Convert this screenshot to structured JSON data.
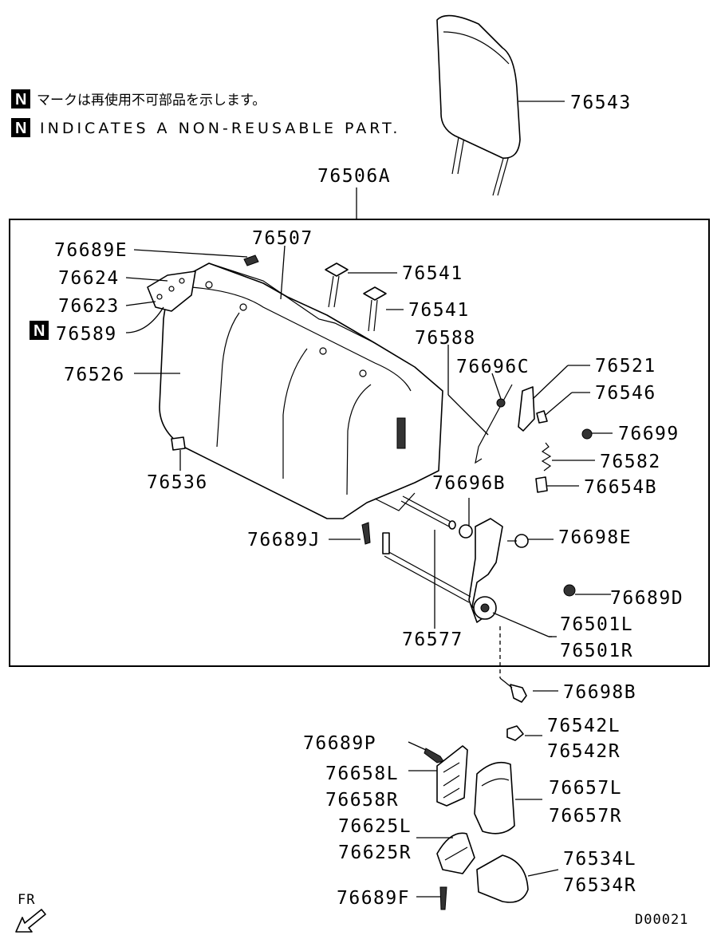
{
  "notes": {
    "n_glyph": "N",
    "japanese": "マークは再使用不可部品を示します。",
    "english": "INDICATES A NON-REUSABLE PART."
  },
  "assembly_label": "76506A",
  "drawing_code": "D00021",
  "fr_label": "FR",
  "parts": {
    "p76543": "76543",
    "p76507": "76507",
    "p76689E": "76689E",
    "p76624": "76624",
    "p76623": "76623",
    "p76589": "76589",
    "p76541a": "76541",
    "p76541b": "76541",
    "p76588": "76588",
    "p76526": "76526",
    "p76696C": "76696C",
    "p76521": "76521",
    "p76546": "76546",
    "p76699": "76699",
    "p76582": "76582",
    "p76654B": "76654B",
    "p76536": "76536",
    "p76696B": "76696B",
    "p76698E": "76698E",
    "p76689J": "76689J",
    "p76689D": "76689D",
    "p76501L": "76501L",
    "p76501R": "76501R",
    "p76577": "76577",
    "p76698B": "76698B",
    "p76542L": "76542L",
    "p76542R": "76542R",
    "p76689P": "76689P",
    "p76658L": "76658L",
    "p76658R": "76658R",
    "p76657L": "76657L",
    "p76657R": "76657R",
    "p76625L": "76625L",
    "p76625R": "76625R",
    "p76534L": "76534L",
    "p76534R": "76534R",
    "p76689F": "76689F"
  }
}
